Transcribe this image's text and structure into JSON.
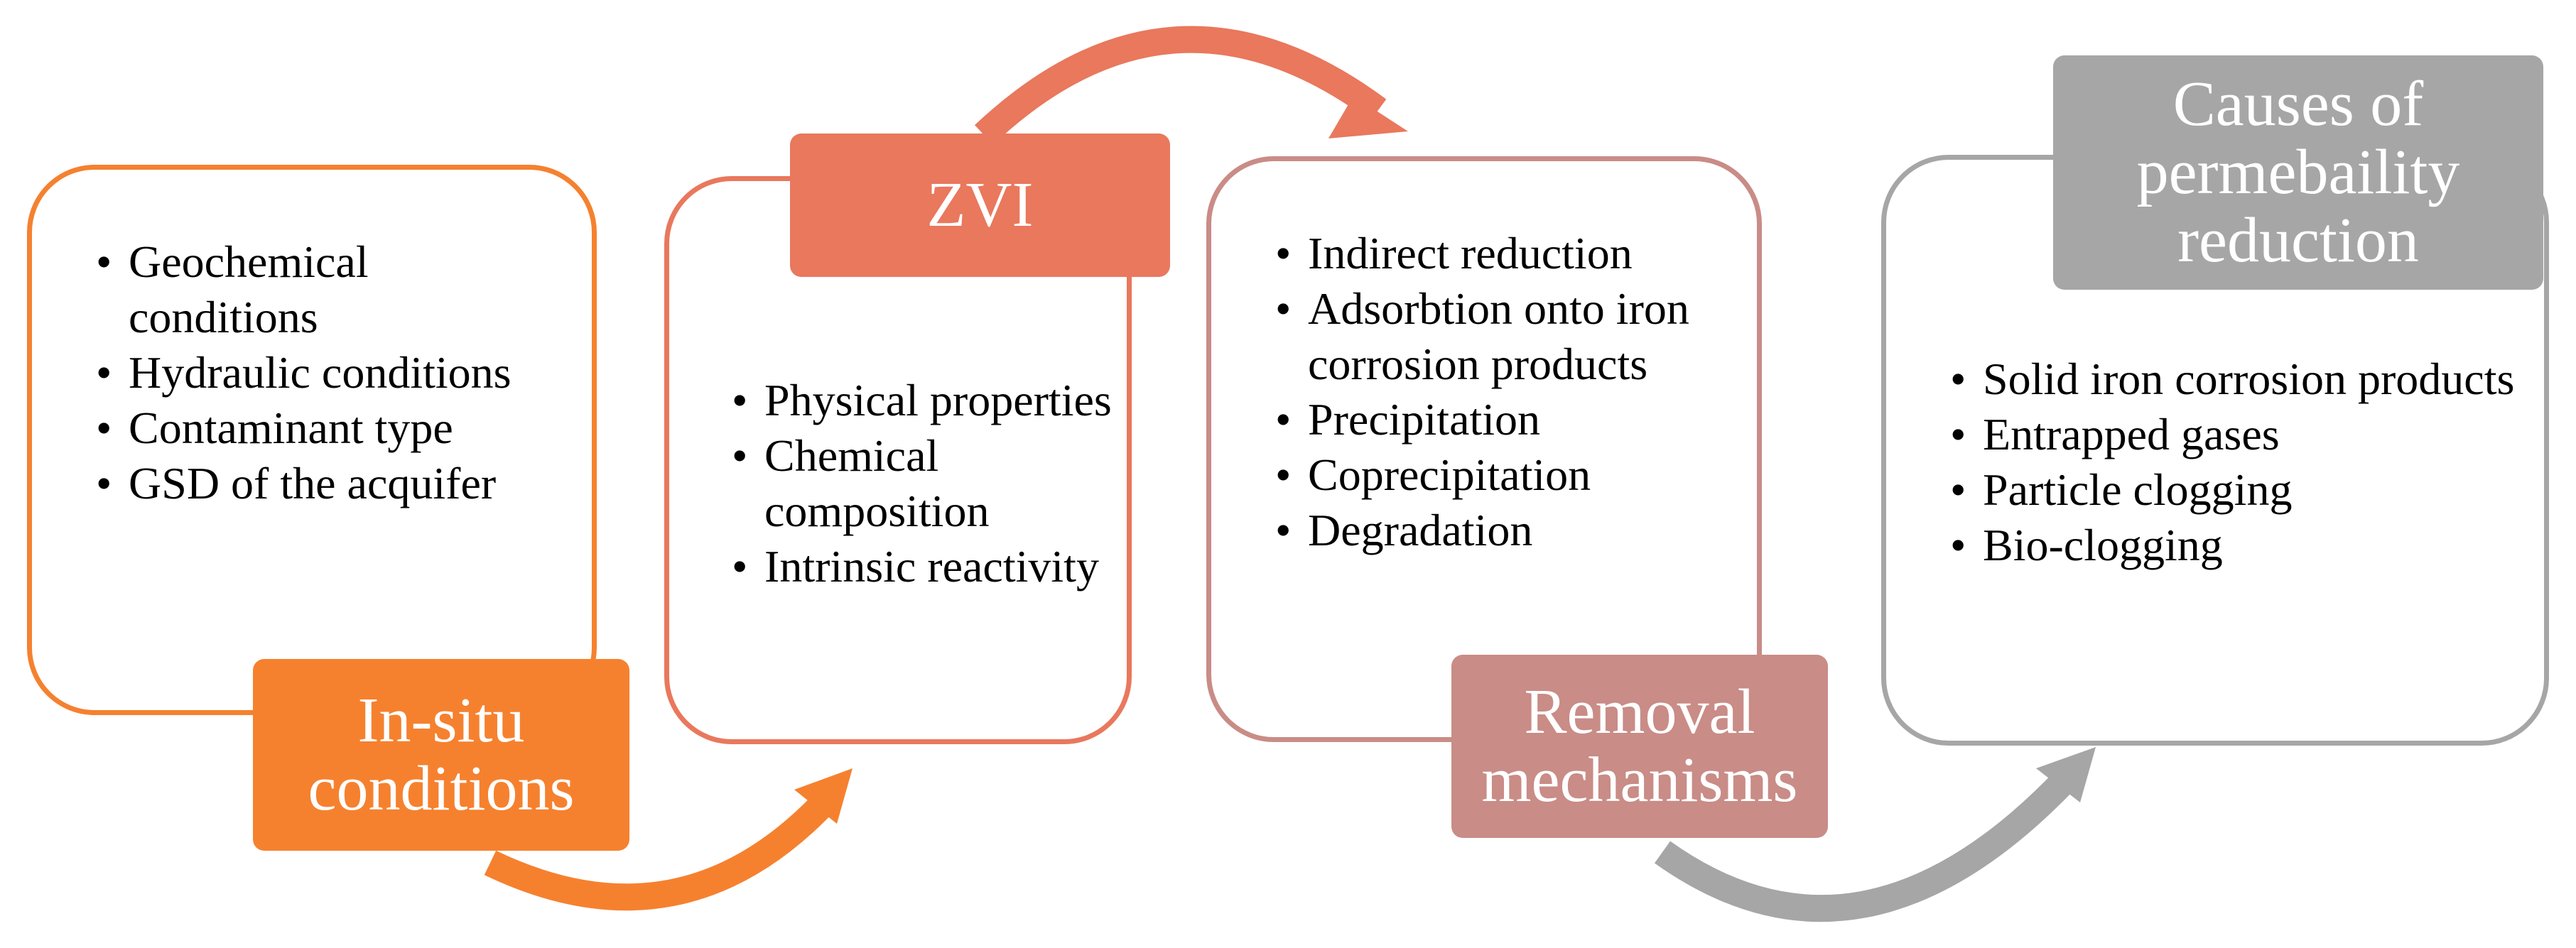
{
  "colors": {
    "stage1": "#f5812f",
    "stage2": "#e9785d",
    "stage3": "#c98c87",
    "stage4": "#a6a6a6",
    "text": "#000000",
    "label_text": "#ffffff"
  },
  "stages": [
    {
      "label": "In-situ conditions",
      "items": [
        "Geochemical conditions",
        "Hydraulic conditions",
        "Contaminant type",
        "GSD of the acquifer"
      ]
    },
    {
      "label": "ZVI",
      "items": [
        "Physical properties",
        "Chemical composition",
        "Intrinsic reactivity"
      ]
    },
    {
      "label": "Removal mechanisms",
      "items": [
        "Indirect reduction",
        "Adsorbtion onto iron corrosion products",
        "Precipitation",
        "Coprecipitation",
        "Degradation"
      ]
    },
    {
      "label": "Causes of permebaility reduction",
      "items": [
        "Solid iron corrosion products",
        "Entrapped gases",
        "Particle clogging",
        "Bio-clogging"
      ]
    }
  ]
}
